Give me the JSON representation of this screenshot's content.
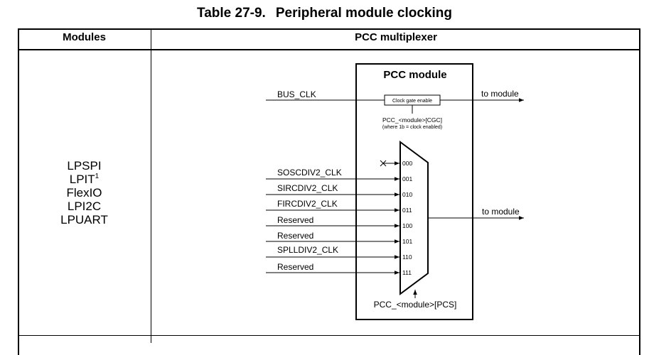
{
  "caption": {
    "number": "Table 27-9.",
    "title": "Peripheral module clocking"
  },
  "table": {
    "headers": [
      "Modules",
      "PCC multiplexer"
    ],
    "modules": [
      "LPSPI",
      "LPIT",
      "FlexIO",
      "LPI2C",
      "LPUART"
    ],
    "lpit_footnote": "1"
  },
  "diagram": {
    "box_title": "PCC module",
    "bus_clk": "BUS_CLK",
    "gate_label": "Clock gate enable",
    "cgc_label": "PCC_<module>[CGC]",
    "cgc_note": "(where 1b = clock enabled)",
    "to_module_top": "to module",
    "to_module_mux": "to module",
    "pcs_label": "PCC_<module>[PCS]",
    "mux_inputs": [
      {
        "code": "000",
        "source": ""
      },
      {
        "code": "001",
        "source": "SOSCDIV2_CLK"
      },
      {
        "code": "010",
        "source": "SIRCDIV2_CLK"
      },
      {
        "code": "011",
        "source": "FIRCDIV2_CLK"
      },
      {
        "code": "100",
        "source": "Reserved"
      },
      {
        "code": "101",
        "source": "Reserved"
      },
      {
        "code": "110",
        "source": "SPLLDIV2_CLK"
      },
      {
        "code": "111",
        "source": "Reserved"
      }
    ]
  }
}
